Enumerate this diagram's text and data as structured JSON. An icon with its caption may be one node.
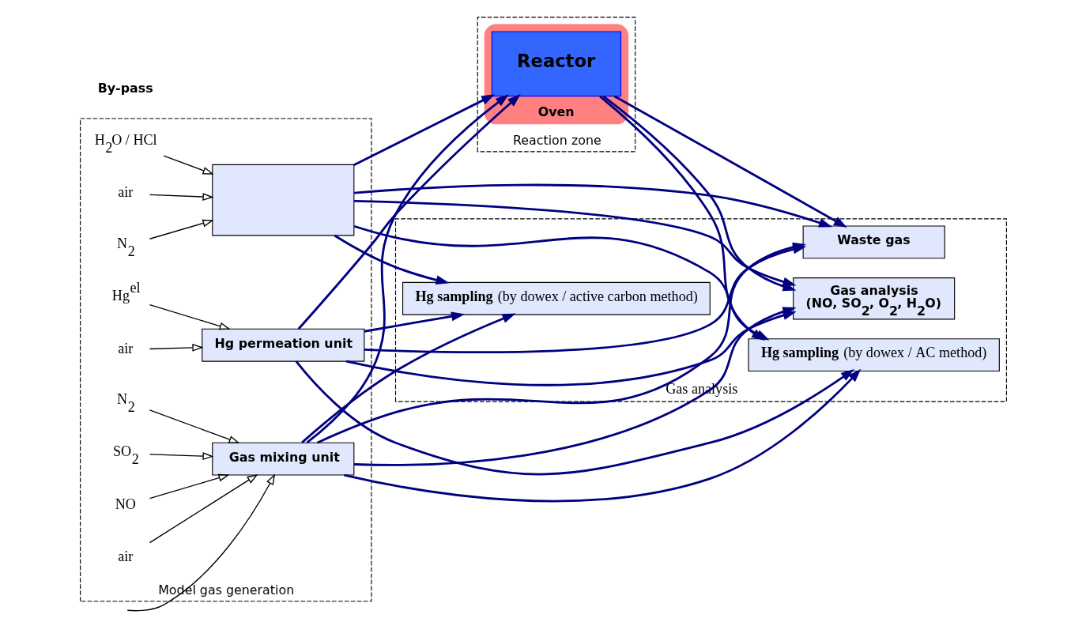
{
  "diagram": {
    "nodes": [
      {
        "text": [
          "Model gas generation"
        ]
      },
      {
        "text": [
          "H$_{2}$O / HCl"
        ],
        "in": 0
      },
      {
        "text": [
          "air"
        ],
        "in": 0
      },
      {
        "text": [
          "N$_{2}$"
        ],
        "in": 0
      },
      {
        "text": [],
        "shape": "box",
        "in": 0
      },
      {
        "text": [
          "air"
        ],
        "in": 0
      },
      {
        "text": [
          "N$_{2}$"
        ],
        "in": 0
      },
      {
        "text": [
          "Gas mixing unit"
        ],
        "in": 0
      },
      {
        "text": [
          "SO$_{2}$"
        ],
        "in": 0
      },
      {
        "text": [
          "NO"
        ],
        "in": 0
      },
      {
        "text": [
          "air"
        ],
        "in": 0
      },
      {
        "text": [
          "Hg$^{el}$"
        ],
        "in": 0
      },
      {
        "text": [
          "Hg permeation unit"
        ],
        "in": 0
      },
      {
        "text": [
          "Reaction zone"
        ]
      },
      {
        "text": [
          "Oven"
        ],
        "in": 13
      },
      {
        "text": [
          "Reactor"
        ],
        "in": 14
      },
      {
        "text": [
          "Gas analysis"
        ]
      },
      {
        "text": [
          "Waste gas"
        ],
        "in": 16
      },
      {
        "text": [
          "Gas analysis",
          "(NO, SO$_{2}$, O$_{2}$, H$_{2}$O)"
        ],
        "in": 16
      },
      {
        "text": [
          "**Hg sampling** (by dowex / AC method)"
        ],
        "in": 16
      },
      {
        "text": [
          "**Hg sampling** (by dowex / active carbon method)"
        ],
        "in": 16
      }
    ],
    "edges": [
      {
        "from": 1,
        "to": 4,
        "arrow": "to",
        "color": "#000000"
      },
      {
        "from": 2,
        "to": 4,
        "arrow": "to",
        "color": "#000000"
      },
      {
        "from": 3,
        "to": 4,
        "arrow": "to",
        "color": "#000000"
      },
      {
        "from": 5,
        "to": 7,
        "arrow": "to",
        "color": "#000000"
      },
      {
        "from": 6,
        "to": 7,
        "arrow": "to",
        "color": "#000000"
      },
      {
        "from": 8,
        "to": 7,
        "arrow": "to",
        "color": "#000000"
      },
      {
        "from": 9,
        "to": 7,
        "arrow": "to",
        "color": "#000000"
      },
      {
        "from": null,
        "to": 7,
        "arrow": "to",
        "color": "#000000"
      },
      {
        "from": 10,
        "to": 12,
        "arrow": "to",
        "color": "#000000"
      },
      {
        "from": 11,
        "to": 12,
        "arrow": "to",
        "color": "#000000"
      },
      {
        "from": 4,
        "to": 15,
        "arrow": "to"
      },
      {
        "from": 7,
        "to": 15,
        "arrow": "to"
      },
      {
        "from": 12,
        "to": 15,
        "arrow": "to"
      },
      {
        "from": 4,
        "to": 17,
        "arrow": "to"
      },
      {
        "from": 7,
        "to": 17,
        "arrow": "to"
      },
      {
        "from": 12,
        "to": 17,
        "arrow": "to"
      },
      {
        "from": 4,
        "to": 18,
        "arrow": "to"
      },
      {
        "from": 7,
        "to": 18,
        "arrow": "to"
      },
      {
        "from": 12,
        "to": 18,
        "arrow": "to"
      },
      {
        "from": 4,
        "to": 19,
        "arrow": "to"
      },
      {
        "from": 7,
        "to": 19,
        "arrow": "to"
      },
      {
        "from": 12,
        "to": 19,
        "arrow": "to"
      },
      {
        "from": 4,
        "to": 20,
        "arrow": "to"
      },
      {
        "from": 7,
        "to": 20,
        "arrow": "to"
      },
      {
        "from": 12,
        "to": 20,
        "arrow": "to"
      },
      {
        "from": 15,
        "to": 17,
        "arrow": "to"
      },
      {
        "from": 15,
        "to": 18,
        "arrow": "to"
      },
      {
        "from": 15,
        "to": 19,
        "arrow": "to"
      }
    ],
    "labels": [
      "By-pass"
    ]
  }
}
